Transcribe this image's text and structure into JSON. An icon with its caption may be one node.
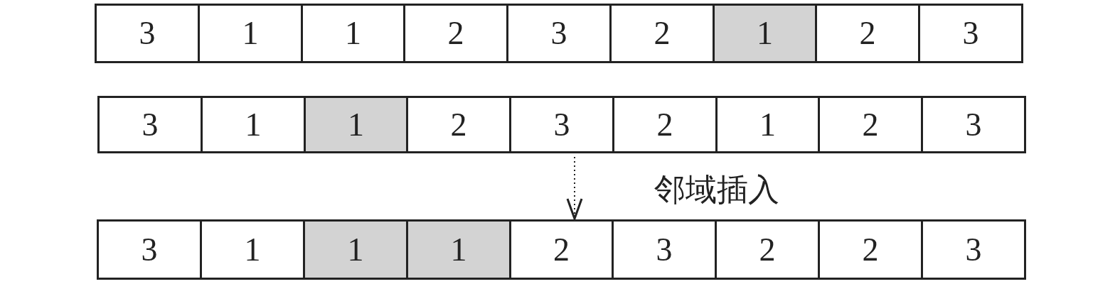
{
  "diagram": {
    "nodes": [
      {
        "text": [
          "3"
        ]
      },
      {
        "text": [
          "1"
        ]
      },
      {
        "text": [
          "1"
        ]
      },
      {
        "text": [
          "2"
        ]
      },
      {
        "text": [
          "3"
        ]
      },
      {
        "text": [
          "2"
        ]
      },
      {
        "text": [
          "1"
        ]
      },
      {
        "text": [
          "2"
        ]
      },
      {
        "text": [
          "3"
        ]
      },
      {
        "text": [
          "3"
        ]
      },
      {
        "text": [
          "1"
        ]
      },
      {
        "text": [
          "1"
        ]
      },
      {
        "text": [
          "2"
        ]
      },
      {
        "text": [
          "3"
        ]
      },
      {
        "text": [
          "2"
        ]
      },
      {
        "text": [
          "1"
        ]
      },
      {
        "text": [
          "2"
        ]
      },
      {
        "text": [
          "3"
        ]
      },
      {
        "text": [
          "3"
        ]
      },
      {
        "text": [
          "1"
        ]
      },
      {
        "text": [
          "1"
        ]
      },
      {
        "text": [
          "1"
        ]
      },
      {
        "text": [
          "2"
        ]
      },
      {
        "text": [
          "3"
        ]
      },
      {
        "text": [
          "2"
        ]
      },
      {
        "text": [
          "2"
        ]
      },
      {
        "text": [
          "3"
        ]
      }
    ],
    "edges": [
      {
        "from": 13,
        "to": 22,
        "arrow": "to",
        "style": "dashed",
        "label": "邻域插入"
      }
    ]
  }
}
